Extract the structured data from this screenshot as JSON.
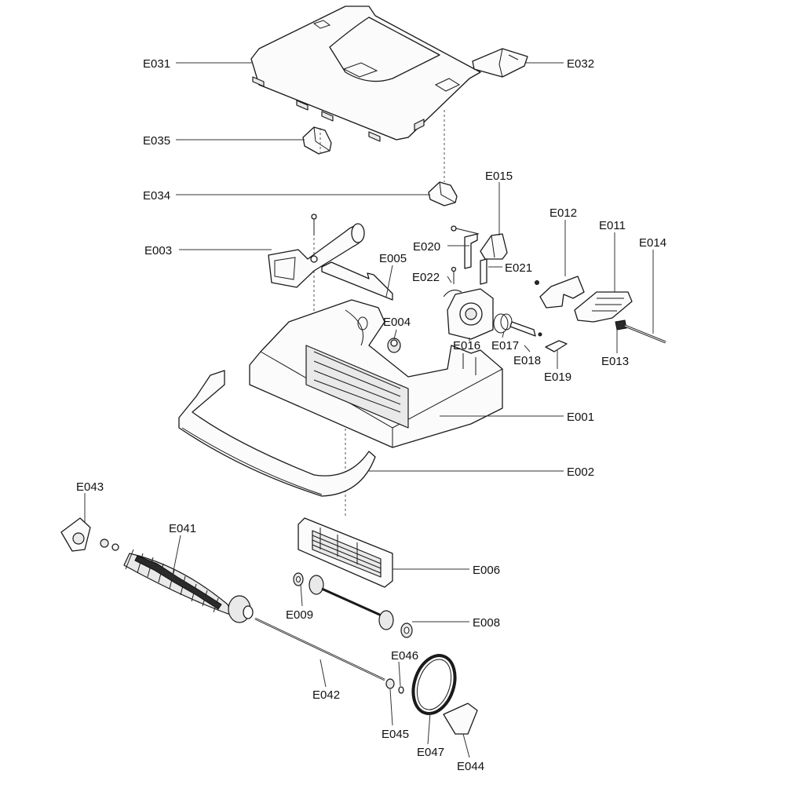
{
  "diagram": {
    "labels": {
      "E031": "E031",
      "E032": "E032",
      "E035": "E035",
      "E034": "E034",
      "E015": "E015",
      "E012": "E012",
      "E011": "E011",
      "E014": "E014",
      "E003": "E003",
      "E020": "E020",
      "E005": "E005",
      "E021": "E021",
      "E022": "E022",
      "E004": "E004",
      "E016": "E016",
      "E017": "E017",
      "E018": "E018",
      "E013": "E013",
      "E019": "E019",
      "E001": "E001",
      "E002": "E002",
      "E043": "E043",
      "E041": "E041",
      "E006": "E006",
      "E009": "E009",
      "E008": "E008",
      "E046": "E046",
      "E042": "E042",
      "E045": "E045",
      "E047": "E047",
      "E044": "E044"
    }
  }
}
